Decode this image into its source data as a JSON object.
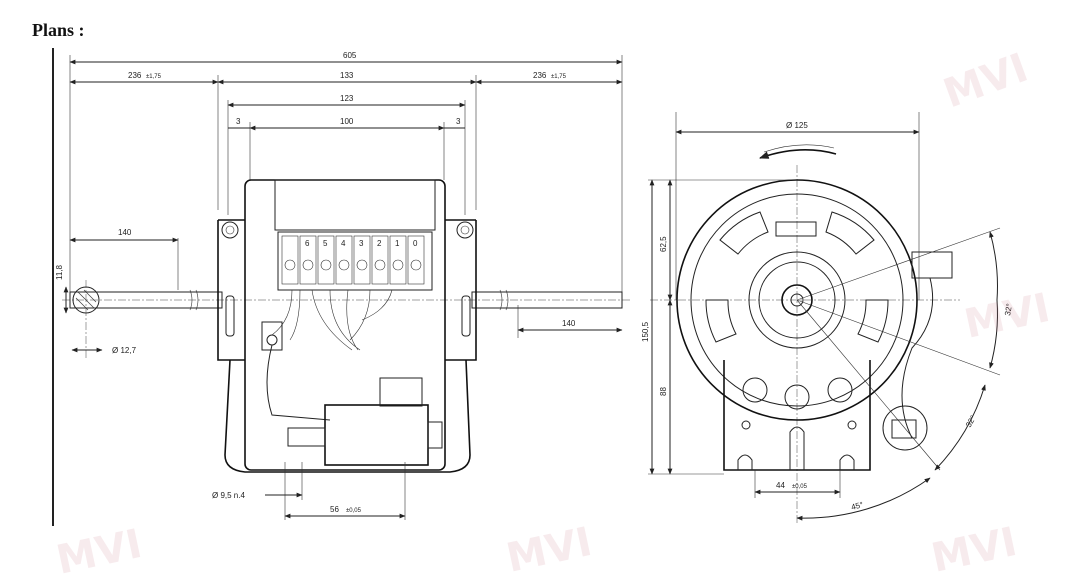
{
  "heading": "Plans :",
  "side_view": {
    "overall_length": "605",
    "shaft_left": "236",
    "shaft_left_tol": "±1,75",
    "body_span": "133",
    "shaft_right": "236",
    "shaft_right_tol": "±1,75",
    "bracket_span": "123",
    "inner_span": "100",
    "gap_left": "3",
    "gap_right": "3",
    "shaft_end_left": "140",
    "shaft_end_right": "140",
    "shaft_flat": "11,8",
    "shaft_diameter": "Ø 12,7",
    "mount_holes": "Ø 9,5 n.4",
    "mount_spacing": "56",
    "mount_spacing_tol": "±0,05",
    "terminals": [
      "6",
      "5",
      "4",
      "3",
      "2",
      "1",
      "0"
    ]
  },
  "front_view": {
    "diameter": "Ø 125",
    "height_upper": "62,5",
    "height_total": "150,5",
    "height_lower": "88",
    "base_width": "44",
    "base_width_tol": "±0,05",
    "angle_a": "32°",
    "angle_b": "32°",
    "angle_c": "45°"
  },
  "watermark": "MVI"
}
